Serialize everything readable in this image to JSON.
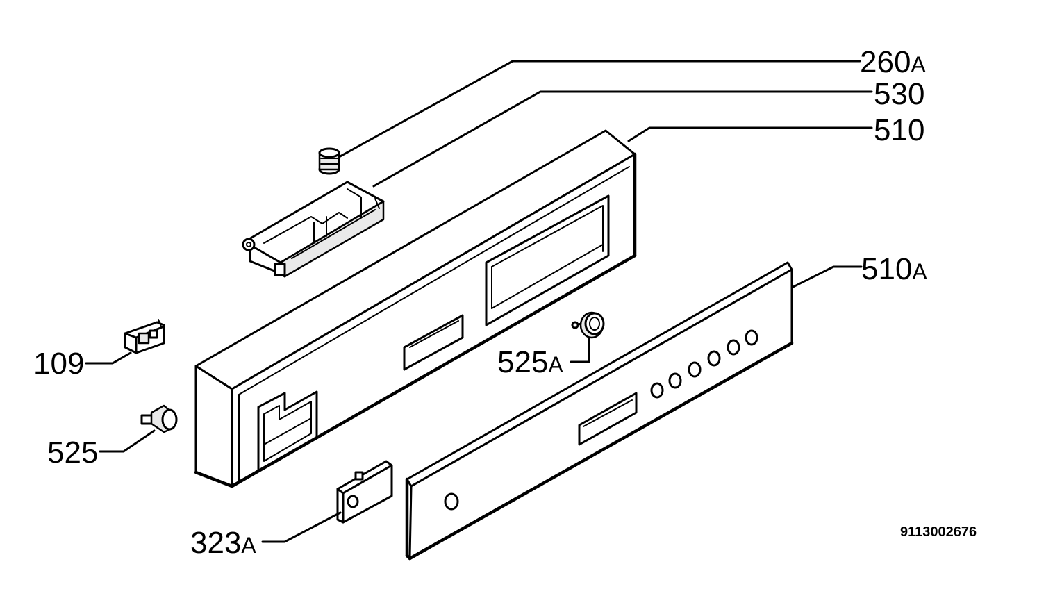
{
  "diagram": {
    "document_number": "9113002676",
    "labels": [
      {
        "id": "260a",
        "number": "260",
        "suffix": "A"
      },
      {
        "id": "530",
        "number": "530",
        "suffix": ""
      },
      {
        "id": "510",
        "number": "510",
        "suffix": ""
      },
      {
        "id": "510a",
        "number": "510",
        "suffix": "A"
      },
      {
        "id": "525a",
        "number": "525",
        "suffix": "A"
      },
      {
        "id": "109",
        "number": "109",
        "suffix": ""
      },
      {
        "id": "525",
        "number": "525",
        "suffix": ""
      },
      {
        "id": "323a",
        "number": "323",
        "suffix": "A"
      }
    ]
  }
}
